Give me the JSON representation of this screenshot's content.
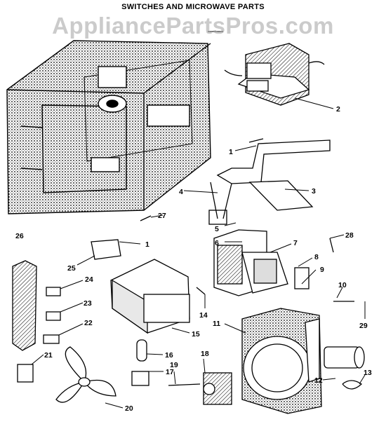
{
  "header": {
    "title": "SWITCHES AND MICROWAVE PARTS",
    "watermark": "AppliancePartsPros.com"
  },
  "callouts": [
    {
      "id": "c1a",
      "label": "1"
    },
    {
      "id": "c2",
      "label": "2"
    },
    {
      "id": "c1b",
      "label": "1"
    },
    {
      "id": "c4",
      "label": "4"
    },
    {
      "id": "c3",
      "label": "3"
    },
    {
      "id": "c27",
      "label": "27"
    },
    {
      "id": "c5",
      "label": "5"
    },
    {
      "id": "c6",
      "label": "6"
    },
    {
      "id": "c7",
      "label": "7"
    },
    {
      "id": "c28",
      "label": "28"
    },
    {
      "id": "c26",
      "label": "26"
    },
    {
      "id": "c25",
      "label": "25"
    },
    {
      "id": "c8",
      "label": "8"
    },
    {
      "id": "c9",
      "label": "9"
    },
    {
      "id": "c24",
      "label": "24"
    },
    {
      "id": "c10",
      "label": "10"
    },
    {
      "id": "c14",
      "label": "14"
    },
    {
      "id": "c23",
      "label": "23"
    },
    {
      "id": "c11",
      "label": "11"
    },
    {
      "id": "c22",
      "label": "22"
    },
    {
      "id": "c29",
      "label": "29"
    },
    {
      "id": "c15",
      "label": "15"
    },
    {
      "id": "c16",
      "label": "16"
    },
    {
      "id": "c18",
      "label": "18"
    },
    {
      "id": "c21",
      "label": "21"
    },
    {
      "id": "c19",
      "label": "19"
    },
    {
      "id": "c17",
      "label": "17"
    },
    {
      "id": "c13",
      "label": "13"
    },
    {
      "id": "c12",
      "label": "12"
    },
    {
      "id": "c20",
      "label": "20"
    }
  ]
}
